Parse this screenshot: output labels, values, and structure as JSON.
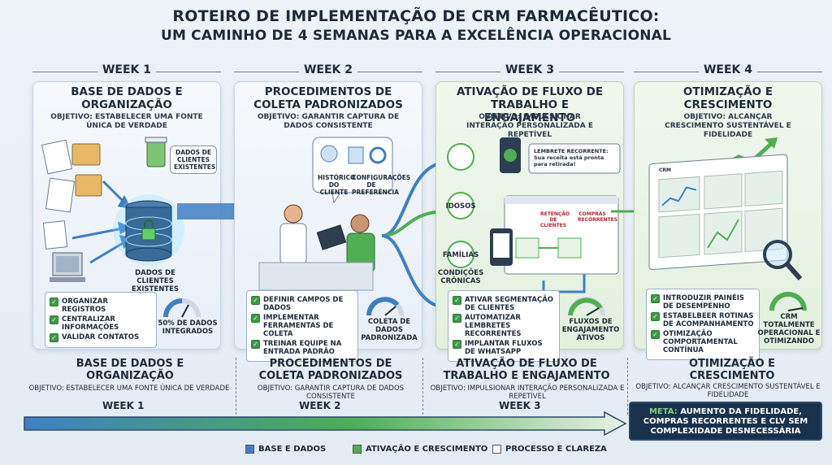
{
  "title": {
    "line1": "ROTEIRO DE IMPLEMENTAÇÃO DE CRM FARMACÊUTICO:",
    "line2": "UM CAMINHO DE 4 SEMANAS PARA A EXCELÊNCIA OPERACIONAL"
  },
  "weeks": [
    {
      "label": "WEEK 1",
      "heading": "BASE DE DADOS E ORGANIZAÇÃO",
      "objective": "OBJETIVO: ESTABELECER UMA FONTE ÚNICA DE VERDADE",
      "callouts": [
        "DADOS DE CLIENTES EXISTENTES",
        "DADOS DE CLIENTES EXISTENTES"
      ],
      "checklist": [
        "ORGANIZAR REGISTROS",
        "CENTRALIZAR INFORMAÇÕES",
        "VALIDAR CONTATOS"
      ],
      "gauge_label": "50% DE DADOS INTEGRADOS",
      "bottom_heading": "BASE DE DADOS E ORGANIZAÇÃO",
      "bottom_objective": "OBJETIVO: ESTABELECER UMA FONTE ÚNICA DE VERDADE"
    },
    {
      "label": "WEEK 2",
      "heading": "PROCEDIMENTOS DE COLETA PADRONIZADOS",
      "objective": "OBJETIVO: GARANTIR CAPTURA DE DADOS CONSISTENTE",
      "callouts": [
        "HISTÓRICO DO CLIENTE",
        "CONFIGURAÇÕES DE PREFERÊNCIA"
      ],
      "checklist": [
        "DEFINIR CAMPOS DE DADOS",
        "IMPLEMENTAR FERRAMENTAS DE COLETA",
        "TREINAR EQUIPE NA ENTRADA PADRÃO"
      ],
      "gauge_label": "COLETA DE DADOS PADRONIZADA",
      "bottom_heading": "PROCEDIMENTOS DE COLETA PADRONIZADOS",
      "bottom_objective": "OBJETIVO: GARANTIR CAPTURA DE DADOS CONSISTENTE"
    },
    {
      "label": "WEEK 3",
      "heading": "ATIVAÇÃO DE FLUXO DE TRABALHO E ENGAJAMENTO",
      "objective": "OBJETIVO: IMPULSIONAR INTERAÇÃO PERSONALIZADA E REPETÍVEL",
      "segments": [
        "IDOSOS",
        "FAMÍLIAS",
        "CONDIÇÕES CRÔNICAS"
      ],
      "callouts": [
        "LEMBRETE RECORRENTE: Sua receita está pronta para retirada!",
        "RETENÇÃO DE CLIENTES",
        "COMPRAS RECORRENTES"
      ],
      "checklist": [
        "ATIVAR SEGMENTAÇÃO DE CLIENTES",
        "AUTOMATIZAR LEMBRETES RECORRENTES",
        "IMPLANTAR FLUXOS DE WHATSAPP"
      ],
      "gauge_label": "FLUXOS DE ENGAJAMENTO ATIVOS",
      "bottom_heading": "ATIVAÇÃO DE FLUXO DE TRABALHO E ENGAJAMENTO",
      "bottom_objective": "OBJETIVO: IMPULSIONAR INTERAÇÃO PERSONALIZADA E REPETÍVEL"
    },
    {
      "label": "WEEK 4",
      "heading": "OTIMIZAÇÃO E CRESCIMENTO",
      "objective": "OBJETIVO: ALCANÇAR CRESCIMENTO SUSTENTÁVEL E FIDELIDADE",
      "dashboard_title": "CRM",
      "checklist": [
        "INTRODUZIR PAINÉIS DE DESEMPENHO",
        "ESTABELBEER ROTINAS DE ACOMPANHAMENTO",
        "OTIMIZAÇÃO COMPORTAMENTAL CONTÍNUA"
      ],
      "gauge_label": "CRM TOTALMENTE OPERACIONAL E OTIMIZANDO",
      "bottom_heading": "OTIMIZAÇÃO E CRESCIMENTO",
      "bottom_objective": "OBJETIVO: ALCANÇAR CRESCIMENTO SUSTENTÁVEL E FIDELIDADE"
    }
  ],
  "timeline": {
    "labels": [
      "WEEK 1",
      "WEEK 2",
      "WEEK 3"
    ]
  },
  "goal": {
    "prefix": "META:",
    "text": "AUMENTO DA FIDELIDADE, COMPRAS RECORRENTES E CLV SEM COMPLEXIDADE DESNECESSÁRIA"
  },
  "legend": [
    {
      "label": "BASE E DADOS",
      "color": "#3f7fc4"
    },
    {
      "label": "ATIVAÇÃO E CRESCIMENTO",
      "color": "#4fae52"
    },
    {
      "label": "PROCESSO E CLAREZA",
      "color": "#ffffff"
    }
  ],
  "colors": {
    "blue": "#3f7fc4",
    "green": "#4fae52",
    "navy": "#18324e"
  }
}
